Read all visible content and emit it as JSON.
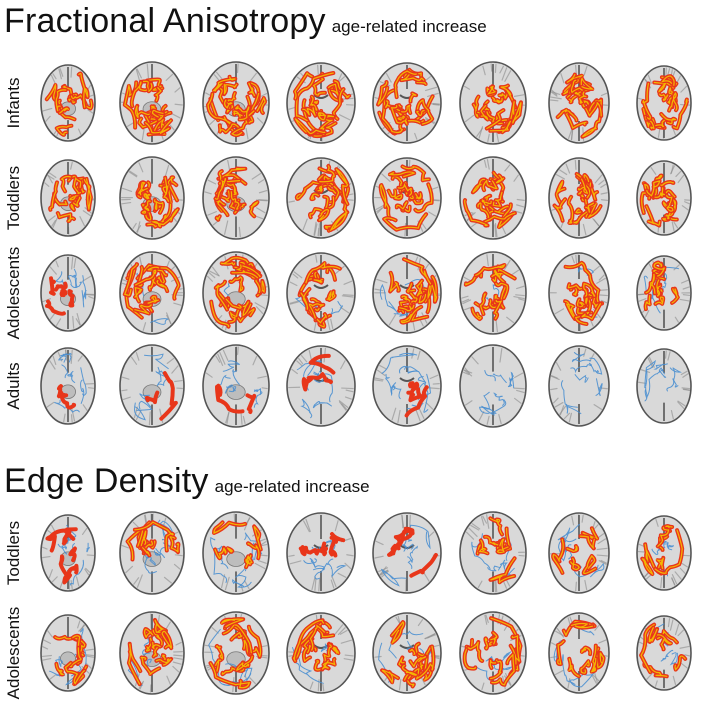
{
  "sections": [
    {
      "id": "fa",
      "title": "Fractional Anisotropy",
      "subtitle": "age-related increase",
      "rows": [
        {
          "label": "Infants",
          "increase": [
            0.55,
            0.85,
            0.92,
            0.9,
            0.88,
            0.85,
            0.8,
            0.7
          ],
          "decrease": [
            0.0,
            0.0,
            0.0,
            0.0,
            0.0,
            0.0,
            0.0,
            0.0
          ]
        },
        {
          "label": "Toddlers",
          "increase": [
            0.6,
            0.85,
            0.9,
            0.85,
            0.85,
            0.8,
            0.75,
            0.7
          ],
          "decrease": [
            0.0,
            0.0,
            0.0,
            0.0,
            0.0,
            0.0,
            0.0,
            0.0
          ]
        },
        {
          "label": "Adolescents",
          "increase": [
            0.25,
            0.7,
            0.75,
            0.65,
            0.7,
            0.7,
            0.65,
            0.45
          ],
          "decrease": [
            0.3,
            0.15,
            0.1,
            0.2,
            0.2,
            0.15,
            0.15,
            0.3
          ]
        },
        {
          "label": "Adults",
          "increase": [
            0.12,
            0.12,
            0.1,
            0.18,
            0.15,
            0.0,
            0.0,
            0.0
          ],
          "decrease": [
            0.5,
            0.45,
            0.5,
            0.5,
            0.55,
            0.5,
            0.5,
            0.45
          ]
        }
      ]
    },
    {
      "id": "ed",
      "title": "Edge Density",
      "subtitle": "age-related increase",
      "rows": [
        {
          "label": "Toddlers",
          "increase": [
            0.25,
            0.4,
            0.35,
            0.3,
            0.3,
            0.45,
            0.35,
            0.4
          ],
          "decrease": [
            0.4,
            0.45,
            0.5,
            0.45,
            0.45,
            0.4,
            0.4,
            0.3
          ]
        },
        {
          "label": "Adolescents",
          "increase": [
            0.4,
            0.6,
            0.6,
            0.55,
            0.6,
            0.6,
            0.45,
            0.35
          ],
          "decrease": [
            0.35,
            0.35,
            0.35,
            0.3,
            0.3,
            0.3,
            0.3,
            0.3
          ]
        }
      ]
    }
  ],
  "colors": {
    "increase": "#e8361a",
    "increase_core": "#f5c400",
    "decrease": "#4a8fd0",
    "brain_fill": "#d9d9d9",
    "brain_edge": "#555555",
    "sulcus": "#8c8c8c"
  }
}
